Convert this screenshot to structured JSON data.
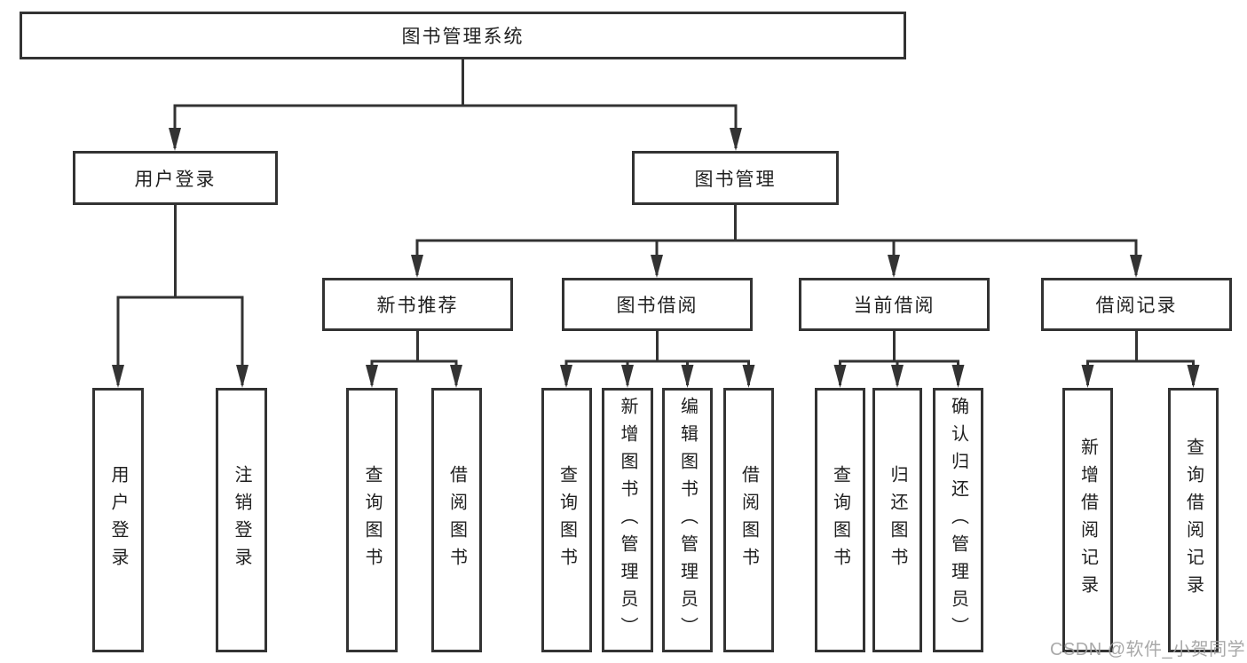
{
  "diagram": {
    "root": {
      "label": "图书管理系统"
    },
    "branches": [
      {
        "label": "用户登录",
        "children": [
          {
            "label": "用户登录"
          },
          {
            "label": "注销登录"
          }
        ]
      },
      {
        "label": "图书管理",
        "children": [
          {
            "label": "新书推荐",
            "children": [
              {
                "label": "查询图书"
              },
              {
                "label": "借阅图书"
              }
            ]
          },
          {
            "label": "图书借阅",
            "children": [
              {
                "label": "查询图书"
              },
              {
                "label": "新增图书（管理员）"
              },
              {
                "label": "编辑图书（管理员）"
              },
              {
                "label": "借阅图书"
              }
            ]
          },
          {
            "label": "当前借阅",
            "children": [
              {
                "label": "查询图书"
              },
              {
                "label": "归还图书"
              },
              {
                "label": "确认归还（管理员）"
              }
            ]
          },
          {
            "label": "借阅记录",
            "children": [
              {
                "label": "新增借阅记录"
              },
              {
                "label": "查询借阅记录"
              }
            ]
          }
        ]
      }
    ]
  },
  "watermark": {
    "text": "CSDN @软件_小贺同学"
  },
  "colors": {
    "line": "#333333",
    "box_border": "#333333",
    "text": "#1f1f1f",
    "watermark": "#a0a0a0",
    "background": "#ffffff"
  }
}
